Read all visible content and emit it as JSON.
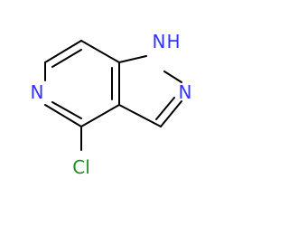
{
  "molecule": {
    "atoms": {
      "nh": "H",
      "n1": "N",
      "n2": "N",
      "n_pyridine": "N",
      "cl": "Cl"
    },
    "colors": {
      "bond": "#000000",
      "nitrogen": "#3333ff",
      "chlorine": "#1f8f1f"
    }
  }
}
